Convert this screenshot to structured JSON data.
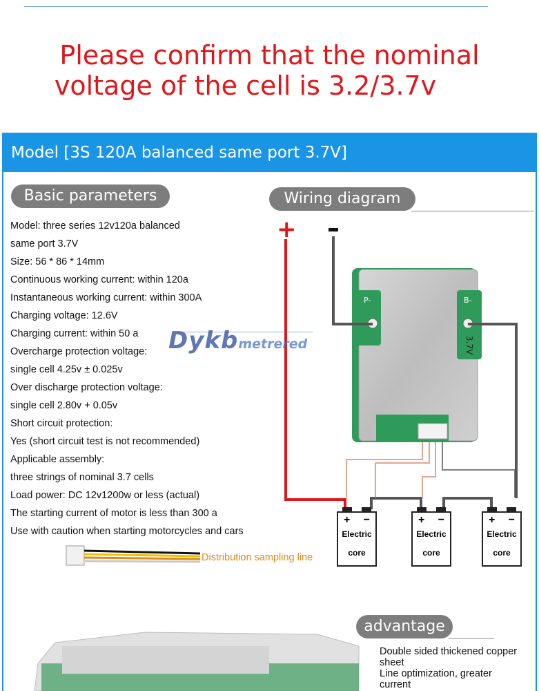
{
  "headline": {
    "line1": "Please confirm that the nominal",
    "line2": "voltage of the cell is 3.2/3.7v"
  },
  "model_bar": "Model [3S 120A balanced same port 3.7V]",
  "basic_parameters": {
    "title": "Basic parameters",
    "lines": [
      "Model: three series 12v120a balanced",
      "same port 3.7V",
      "Size: 56 * 86 * 14mm",
      "Continuous working current: within 120a",
      "Instantaneous working current: within 300A",
      "Charging voltage: 12.6V",
      "Charging current: within 50 a",
      "Overcharge protection voltage:",
      "single cell 4.25v ± 0.025v",
      "Over discharge protection voltage:",
      "single cell 2.80v + 0.05v",
      "Short circuit protection:",
      "Yes (short circuit test is not recommended)",
      "Applicable assembly:",
      "three strings of nominal 3.7 cells",
      "Load power: DC 12v1200w or less (actual)",
      "The starting current of motor is less than 300 a",
      "Use with caution when starting motorcycles and cars"
    ]
  },
  "wiring": {
    "title": "Wiring diagram",
    "plus": "+",
    "minus": "−",
    "board_p_label": "P-",
    "board_b_label": "B-",
    "board_version": "3.7V",
    "cells": [
      {
        "plus": "+",
        "minus": "−",
        "line1": "Electric",
        "line2": "core"
      },
      {
        "plus": "+",
        "minus": "−",
        "line1": "Electric",
        "line2": "core"
      },
      {
        "plus": "+",
        "minus": "−",
        "line1": "Electric",
        "line2": "core"
      }
    ],
    "sampling_line_label": "Distribution sampling line"
  },
  "watermark": {
    "brand": "Dykb",
    "suffix": "metrered"
  },
  "advantage": {
    "title": "advantage",
    "lines": [
      "Double sided thickened copper",
      "sheet",
      "Line optimization, greater",
      "current"
    ]
  },
  "colors": {
    "headline": "#e0161a",
    "model_bar": "#1a95e6",
    "pill": "#7d7d7d",
    "positive_wire": "#e0161a",
    "negative_wire": "#555555",
    "sampling_wire": "#d9896a",
    "sampling_label": "#e0891a"
  }
}
